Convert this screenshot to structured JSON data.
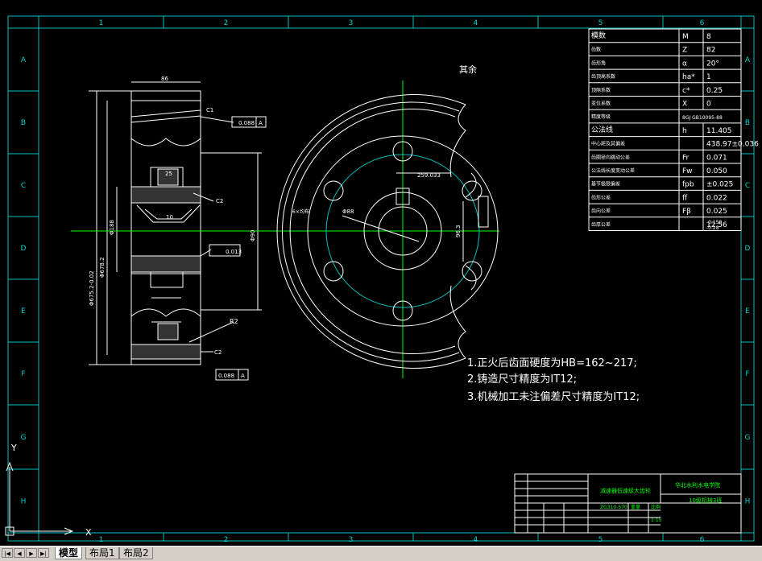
{
  "frame": {
    "col_labels": [
      "1",
      "2",
      "3",
      "4",
      "5",
      "6"
    ],
    "row_labels": [
      "A",
      "B",
      "C",
      "D",
      "E",
      "F",
      "G",
      "H"
    ]
  },
  "param_table": {
    "rows": [
      {
        "name": "模数",
        "sym": "M",
        "val": "8"
      },
      {
        "name": "齿数",
        "sym": "Z",
        "val": "82"
      },
      {
        "name": "齿形角",
        "sym": "α",
        "val": "20°"
      },
      {
        "name": "齿顶高系数",
        "sym": "ha*",
        "val": "1"
      },
      {
        "name": "顶隙系数",
        "sym": "c*",
        "val": "0.25"
      },
      {
        "name": "变位系数",
        "sym": "X",
        "val": "0"
      },
      {
        "name": "精度等级",
        "sym": "",
        "val": "8GJ GB10095-88"
      },
      {
        "name": "公法线",
        "sym": "h",
        "val": "11.405"
      },
      {
        "name": "中心距及其偏差",
        "sym": "",
        "val": "438.97±0.036"
      },
      {
        "name": "齿圈径向跳动公差",
        "sym": "Fr",
        "val": "0.071"
      },
      {
        "name": "公法线长度变动公差",
        "sym": "Fw",
        "val": "0.050"
      },
      {
        "name": "基节极限偏差",
        "sym": "fpb",
        "val": "±0.025"
      },
      {
        "name": "齿形公差",
        "sym": "ff",
        "val": "0.022"
      },
      {
        "name": "齿向公差",
        "sym": "Fβ",
        "val": "0.025"
      },
      {
        "name": "齿厚公差",
        "sym": "",
        "val": "12.56"
      }
    ],
    "tol_upper": "-0.158",
    "tol_lower": "-0.28"
  },
  "notes": [
    "1.正火后齿面硬度为HB=162~217;",
    "2.铸造尺寸精度为IT12;",
    "3.机械加工未注偏差尺寸精度为IT12;"
  ],
  "dims": {
    "rest": "其余",
    "width": "86",
    "tol1": "0.088",
    "tol_ref": "A",
    "tol2": "0.013",
    "tol3": "0.088",
    "d_outer": "Φ675.2-0.02",
    "d_root": "Φ678.2",
    "d_hub": "Φ188",
    "d_bore": "Φ90",
    "radius": "R2",
    "chamfer": "C2",
    "keyway": "259.033",
    "bore2": "Φ88",
    "key_w": "25",
    "key_depth": "96.3",
    "holes": "6×均布",
    "depth": "10",
    "small_c": "C1"
  },
  "title_block": {
    "title": "减速器低速级大齿轮",
    "school": "华北水利水电学院",
    "class": "10级机械3班",
    "scale_label": "比例",
    "scale": "1:15",
    "qty_label": "重量",
    "material": "ZG310-570"
  },
  "ucs": {
    "y": "Y",
    "x": "X"
  },
  "tabs": [
    "模型",
    "布局1",
    "布局2"
  ]
}
